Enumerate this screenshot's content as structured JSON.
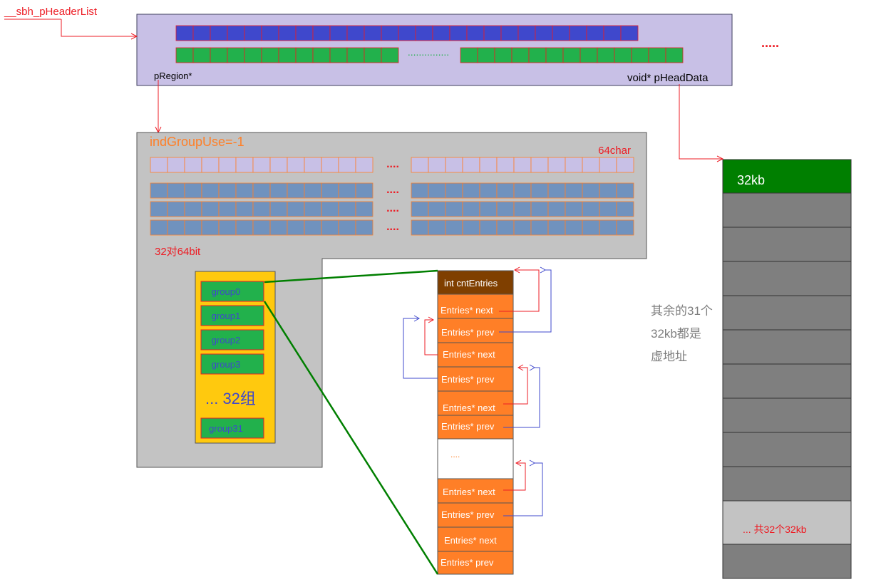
{
  "labels": {
    "sbh_header_list": "__sbh_pHeaderList",
    "p_region": "pRegion*",
    "p_head_data": "void* pHeadData",
    "top_ellipsis": ".....",
    "header_dots": "...............",
    "ind_group_use": "indGroupUse=-1",
    "char_64": "64char",
    "row_ellipsis": "....",
    "bit_32x64": "32对64bit",
    "groups_32": "... 32组",
    "vm_32kb": "32kb",
    "vm_note_line1": "其余的31个",
    "vm_note_line2": "32kb都是",
    "vm_note_line3": "虚地址",
    "vm_total": "... 共32个32kb",
    "entries_gap": "...."
  },
  "groups": [
    "group0",
    "group1",
    "group2",
    "group3",
    "group31"
  ],
  "entries": [
    "int cntEntries",
    "Entries* next",
    "Entries* prev",
    "Entries* next",
    "Entries* prev",
    "Entries* next",
    "Entries* prev",
    "Entries* next",
    "Entries* prev",
    "Entries* next",
    "Entries* prev"
  ],
  "colors": {
    "header_bg": "#c8c0e6",
    "blue_cell": "#3f48cc",
    "green_cell": "#22b14c",
    "region_bg": "#c3c3c3",
    "light_cell": "#c8c0e6",
    "steel_cell": "#7092be",
    "group_bg": "#ffc90e",
    "entry_orange": "#ff7f27",
    "entry_brown": "#7f3f00",
    "vm_green": "#007f00",
    "vm_gray": "#7f7f7f",
    "vm_light": "#c3c3c3",
    "red": "#ed1c24",
    "navy": "#3f48cc",
    "orange_text": "#ff7f27",
    "dark_green": "#007f00"
  }
}
